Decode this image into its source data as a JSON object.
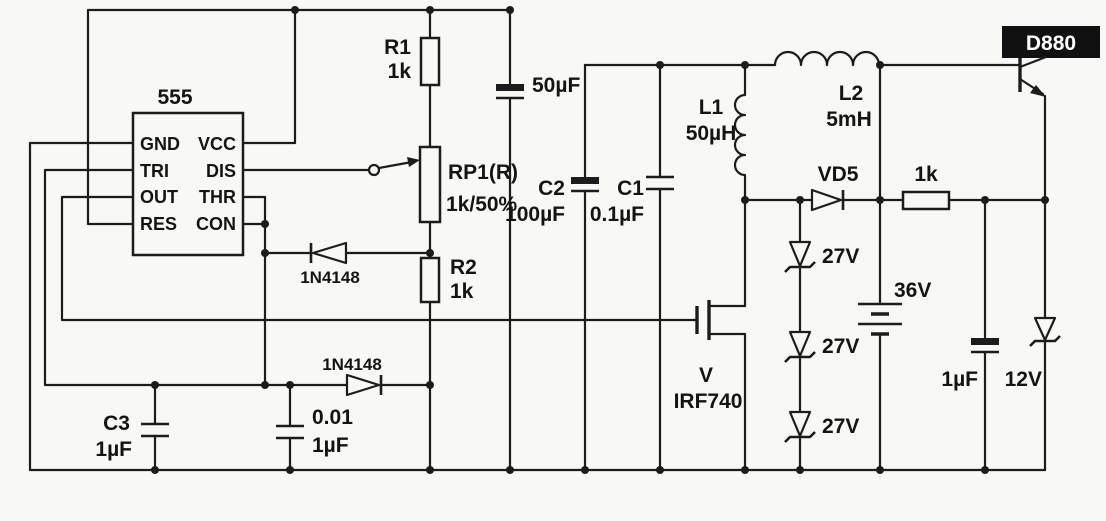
{
  "figure": {
    "kind": "circuit-schematic",
    "ink_color": "#1c1c1c",
    "paper_color": "#f8f8f5"
  },
  "ic555": {
    "title": "555",
    "pins_left": [
      "GND",
      "TRI",
      "OUT",
      "RES"
    ],
    "pins_right": [
      "VCC",
      "DIS",
      "THR",
      "CON"
    ]
  },
  "components": {
    "r1": {
      "ref": "R1",
      "value": "1k"
    },
    "rp1": {
      "ref": "RP1(R)",
      "value": "1k/50%"
    },
    "r2": {
      "ref": "R2",
      "value": "1k"
    },
    "c50": {
      "value": "50µF"
    },
    "c2": {
      "ref": "C2",
      "value": "100µF"
    },
    "c1": {
      "ref": "C1",
      "value": "0.1µF"
    },
    "c3": {
      "ref": "C3",
      "value": "1µF"
    },
    "c001": {
      "line1": "0.01",
      "line2": "1µF"
    },
    "l1": {
      "ref": "L1",
      "value": "50µH"
    },
    "l2": {
      "ref": "L2",
      "value": "5mH"
    },
    "vd5": {
      "ref": "VD5"
    },
    "r_out": {
      "value": "1k"
    },
    "d880": {
      "ref": "D880"
    },
    "diode_top": {
      "ref": "1N4148"
    },
    "diode_bottom": {
      "ref": "1N4148"
    },
    "mosfet": {
      "ref": "V",
      "value": "IRF740"
    },
    "zeners": {
      "z1": "27V",
      "z2": "27V",
      "z3": "27V"
    },
    "battery": {
      "value": "36V"
    },
    "c_out": {
      "value": "1µF"
    },
    "z12": {
      "value": "12V"
    }
  }
}
